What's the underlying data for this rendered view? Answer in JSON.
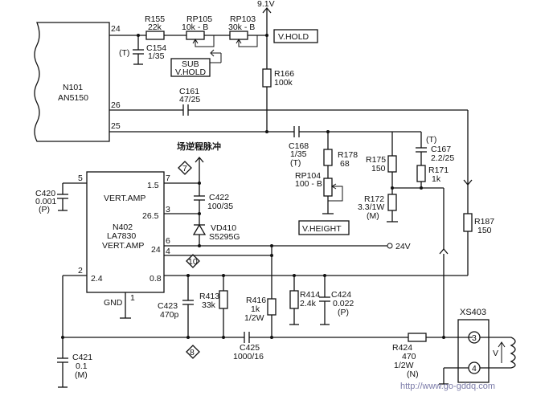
{
  "supply": {
    "top": "9.1V",
    "rail24": "24V"
  },
  "ics": {
    "n101": {
      "ref": "N101",
      "part": "AN5150",
      "pins": [
        "24",
        "26",
        "25"
      ]
    },
    "n402": {
      "line1": "VERT.AMP",
      "ref": "N402",
      "part": "LA7830",
      "line2": "VERT.AMP",
      "gnd": "GND",
      "gnd_pin": "1",
      "pins": {
        "p5": "5",
        "p7": "7",
        "p3": "3",
        "p6": "6",
        "p4": "4",
        "p2": "2"
      },
      "inner": {
        "v15": "1.5",
        "v265": "26.5",
        "v24": "24",
        "v24b": "2.4",
        "v08": "0.8"
      }
    }
  },
  "components": {
    "r155": {
      "ref": "R155",
      "val": "22k"
    },
    "rp105": {
      "ref": "RP105",
      "val": "10k - B"
    },
    "rp103": {
      "ref": "RP103",
      "val": "30k - B"
    },
    "c154": {
      "ref": "C154",
      "val": "1/35",
      "note": "(T)"
    },
    "r166": {
      "ref": "R166",
      "val": "100k"
    },
    "c161": {
      "ref": "C161",
      "val": "47/25"
    },
    "c168": {
      "ref": "C168",
      "val": "1/35",
      "note": "(T)"
    },
    "r178": {
      "ref": "R178",
      "val": "68"
    },
    "rp104": {
      "ref": "RP104",
      "val": "100 - B"
    },
    "r175": {
      "ref": "R175",
      "val": "150"
    },
    "r172": {
      "ref": "R172",
      "val": "3.3/1W",
      "note": "(M)"
    },
    "c167": {
      "ref": "C167",
      "val": "2.2/25",
      "note": "(T)"
    },
    "r171": {
      "ref": "R171",
      "val": "1k"
    },
    "r187": {
      "ref": "R187",
      "val": "150"
    },
    "c420": {
      "ref": "C420",
      "val": "0.001",
      "note": "(P)"
    },
    "c422": {
      "ref": "C422",
      "val": "100/35"
    },
    "vd410": {
      "ref": "VD410",
      "val": "S5295G"
    },
    "c423": {
      "ref": "C423",
      "val": "470p"
    },
    "r413": {
      "ref": "R413",
      "val": "33k"
    },
    "r416": {
      "ref": "R416",
      "val": "1k",
      "val2": "1/2W"
    },
    "r414": {
      "ref": "R414",
      "val": "2.4k"
    },
    "c424": {
      "ref": "C424",
      "val": "0.022",
      "note": "(P)"
    },
    "c425": {
      "ref": "C425",
      "val": "1000/16"
    },
    "c421": {
      "ref": "C421",
      "val": "0.1",
      "note": "(M)"
    },
    "r424": {
      "ref": "R424",
      "val": "470",
      "val2": "1/2W",
      "note": "(N)"
    }
  },
  "boxes": {
    "vhold": "V.HOLD",
    "subvhold1": "SUB",
    "subvhold2": "V.HOLD",
    "vheight": "V.HEIGHT"
  },
  "connector": {
    "ref": "XS403",
    "pin3": "3",
    "pin4": "4",
    "coil": "V"
  },
  "testpoints": {
    "tp7": "7",
    "tp10": "10",
    "tp8": "8"
  },
  "chinese_label": "场逆程脉冲",
  "watermark": "http://www.go-gddq.com"
}
